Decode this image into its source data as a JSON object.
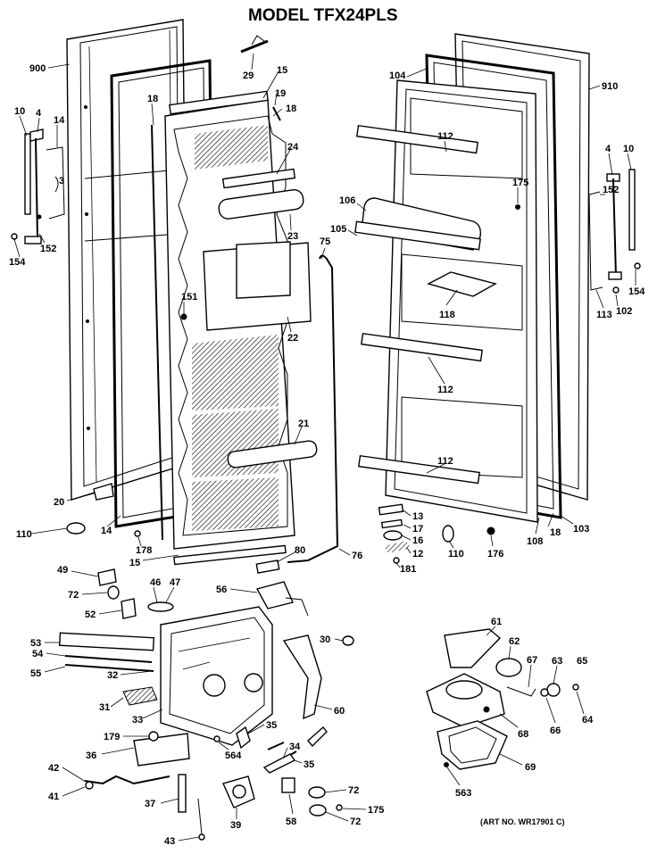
{
  "title": "MODEL TFX24PLS",
  "art_number": "(ART NO. WR17901 C)",
  "labels": {
    "l900": "900",
    "l10a": "10",
    "l4a": "4",
    "l14a": "14",
    "l3": "3",
    "l154a": "154",
    "l152a": "152",
    "l18a": "18",
    "l29": "29",
    "l15a": "15",
    "l19": "19",
    "l18b": "18",
    "l24": "24",
    "l23": "23",
    "l151": "151",
    "l22": "22",
    "l21": "21",
    "l20": "20",
    "l110a": "110",
    "l14b": "14",
    "l178": "178",
    "l15b": "15",
    "l80": "80",
    "l76": "76",
    "l75": "75",
    "l104": "104",
    "l910": "910",
    "l112a": "112",
    "l106": "106",
    "l105": "105",
    "l175a": "175",
    "l4b": "4",
    "l10b": "10",
    "l152b": "152",
    "l154b": "154",
    "l118": "118",
    "l113": "113",
    "l102": "102",
    "l112b": "112",
    "l112c": "112",
    "l13": "13",
    "l17": "17",
    "l16": "16",
    "l12": "12",
    "l181": "181",
    "l110b": "110",
    "l176": "176",
    "l108": "108",
    "l18c": "18",
    "l103": "103",
    "l49": "49",
    "l46": "46",
    "l47": "47",
    "l72a": "72",
    "l56": "56",
    "l52": "52",
    "l53": "53",
    "l54": "54",
    "l55": "55",
    "l32": "32",
    "l30": "30",
    "l31": "31",
    "l33": "33",
    "l60": "60",
    "l179": "179",
    "l35a": "35",
    "l36": "36",
    "l564": "564",
    "l34": "34",
    "l35b": "35",
    "l42": "42",
    "l41": "41",
    "l37": "37",
    "l39": "39",
    "l43": "43",
    "l58": "58",
    "l72b": "72",
    "l175b": "175",
    "l72c": "72",
    "l61": "61",
    "l62": "62",
    "l67": "67",
    "l63": "63",
    "l65": "65",
    "l66": "66",
    "l64": "64",
    "l68": "68",
    "l69": "69",
    "l563": "563"
  }
}
